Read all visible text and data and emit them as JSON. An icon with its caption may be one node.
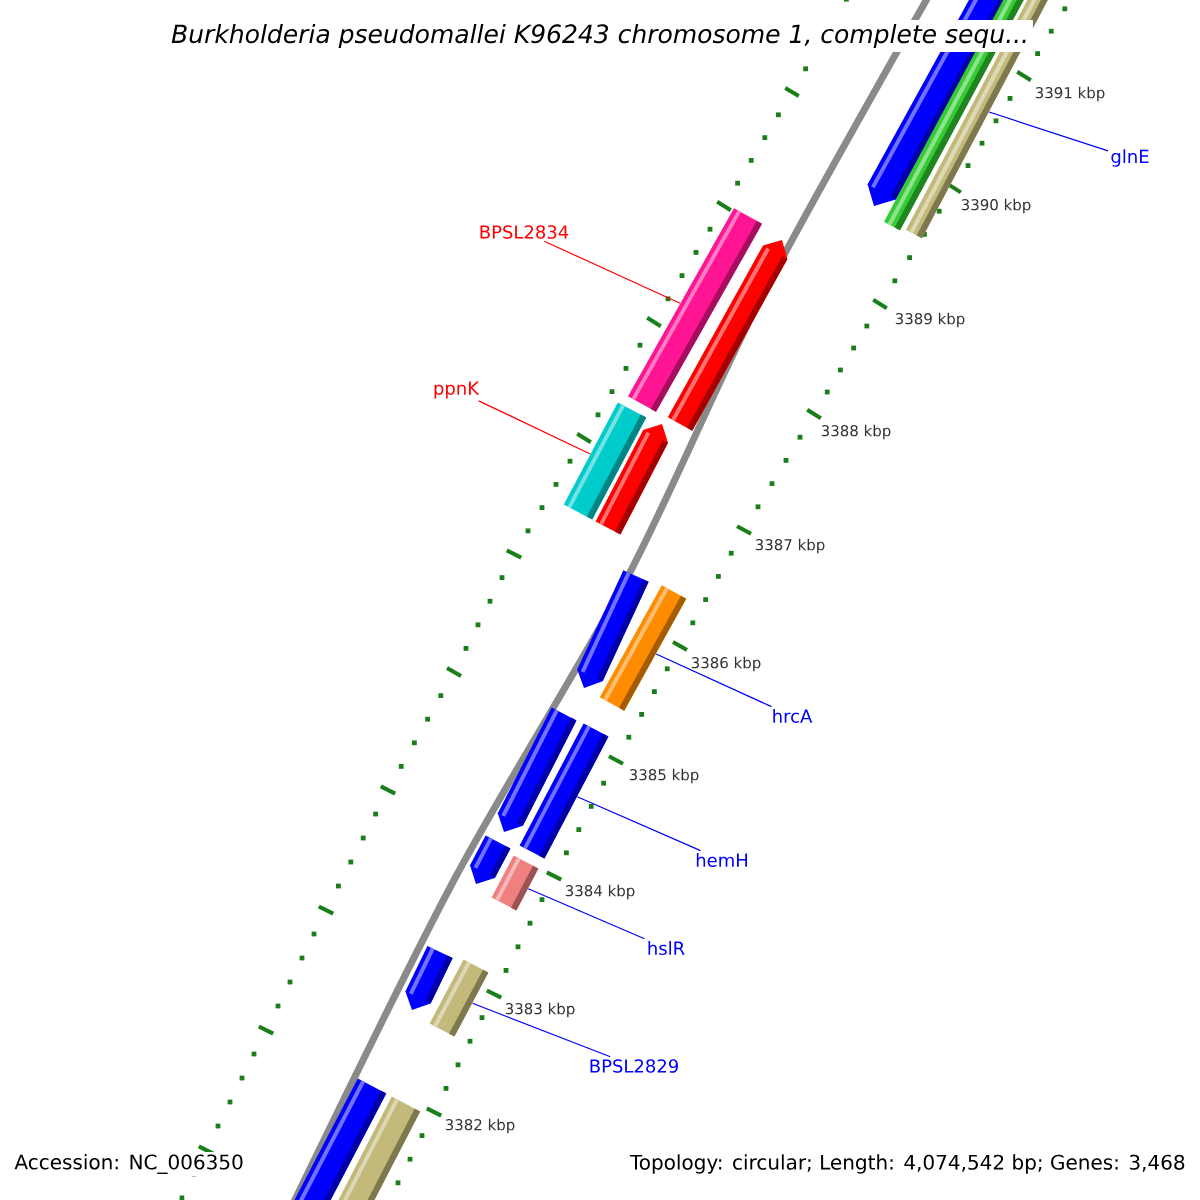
{
  "diagram": {
    "title": "*Burkholderia pseudomallei* K96243 chromosome 1, complete sequ...",
    "nodes": [
      {
        "text": [],
        "shape": "pentagon"
      },
      {
        "text": [],
        "shape": "bar"
      },
      {
        "text": [],
        "shape": "bar"
      },
      {
        "text": [],
        "shape": "bar"
      },
      {
        "text": [],
        "shape": "pentagon"
      },
      {
        "text": [],
        "shape": "bar"
      },
      {
        "text": [],
        "shape": "pentagon"
      },
      {
        "text": [],
        "shape": "pentagon"
      },
      {
        "text": [],
        "shape": "bar"
      },
      {
        "text": [],
        "shape": "pentagon"
      },
      {
        "text": [],
        "shape": "bar"
      },
      {
        "text": [],
        "shape": "pentagon"
      },
      {
        "text": [],
        "shape": "bar"
      },
      {
        "text": [],
        "shape": "pentagon"
      },
      {
        "text": [],
        "shape": "bar"
      },
      {
        "text": [],
        "shape": "bar"
      },
      {
        "text": [],
        "shape": "bar"
      },
      {
        "text": [
          "glnE"
        ]
      },
      {
        "text": [
          "BPSL2834"
        ]
      },
      {
        "text": [
          "ppnK"
        ]
      },
      {
        "text": [
          "hrcA"
        ]
      },
      {
        "text": [
          "hemH"
        ]
      },
      {
        "text": [
          "hslR"
        ]
      },
      {
        "text": [
          "BPSL2829"
        ]
      }
    ],
    "edges": [
      {
        "from": 17,
        "to": 2,
        "arrow": "none"
      },
      {
        "from": 18,
        "to": 3,
        "arrow": "none",
        "color": "#ff0000"
      },
      {
        "from": 19,
        "to": 5,
        "arrow": "none",
        "color": "#ff0000"
      },
      {
        "from": 20,
        "to": 8,
        "arrow": "none"
      },
      {
        "from": 21,
        "to": 10,
        "arrow": "none"
      },
      {
        "from": 22,
        "to": 12,
        "arrow": "none"
      },
      {
        "from": 23,
        "to": 14,
        "arrow": "none"
      }
    ],
    "labels": [
      "3391 kbp",
      "3390 kbp",
      "3389 kbp",
      "3388 kbp",
      "3387 kbp",
      "3386 kbp",
      "3385 kbp",
      "3384 kbp",
      "3383 kbp",
      "3382 kbp",
      "Accession: NC_006350",
      "Topology: circular; Length: 4,074,542 bp; Genes: 3,468"
    ]
  }
}
